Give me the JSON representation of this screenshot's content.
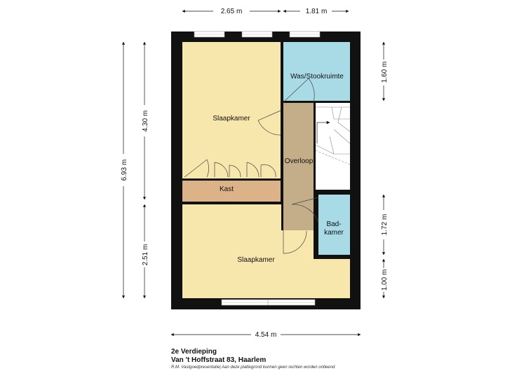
{
  "floorplan": {
    "rooms": {
      "bedroom_top": "Slaapkamer",
      "laundry": "Was/Stookruimte",
      "landing": "Overloop",
      "closet": "Kast",
      "bath_line1": "Bad-",
      "bath_line2": "kamer",
      "bedroom_bottom": "Slaapkamer"
    },
    "dimensions": {
      "top_left": "2.65 m",
      "top_right": "1.81 m",
      "bottom_width": "4.54 m",
      "left_total": "6.93 m",
      "left_upper": "4.30 m",
      "left_lower": "2.51 m",
      "right_top": "1.60 m",
      "right_mid": "1.72 m",
      "right_bottom": "1.00 m"
    },
    "colors": {
      "bedroom": "#f8e7ad",
      "laundry": "#a9dbe6",
      "bath": "#a9dbe6",
      "landing": "#c4ae8a",
      "closet": "#dcb388",
      "wall": "#111111"
    }
  },
  "footer": {
    "floor": "2e Verdieping",
    "address": "Van 't Hoffstraat 83, Haarlem",
    "disclaimer": "R.M. Vastgoedpresentatie| Aan deze plattegrond kunnen geen rechten worden ontleend"
  }
}
